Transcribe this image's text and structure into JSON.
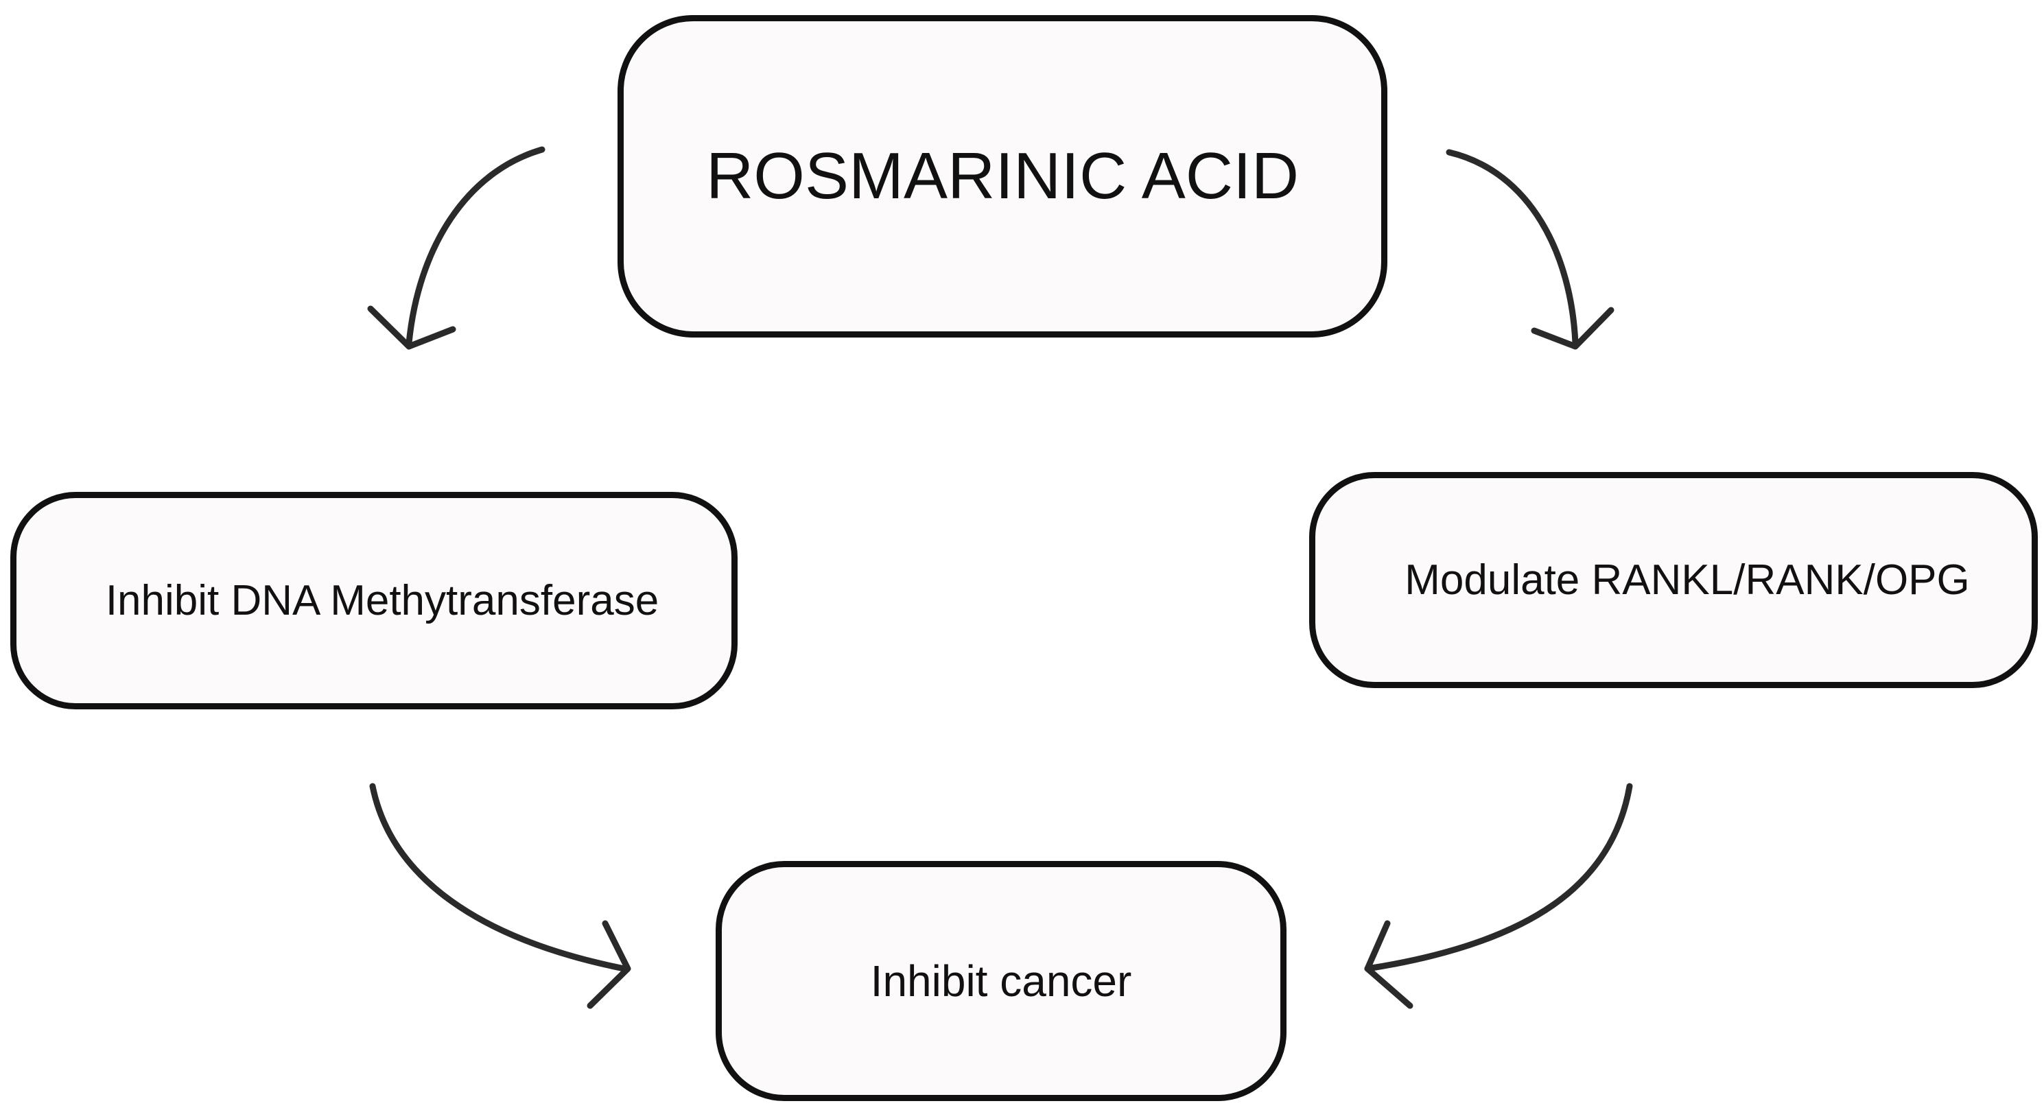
{
  "diagram": {
    "nodes": {
      "top": "ROSMARINIC ACID",
      "left": "Inhibit DNA Methytransferase",
      "right": "Modulate RANKL/RANK/OPG",
      "bottom": "Inhibit cancer"
    },
    "colors": {
      "stroke": "#111111",
      "node_fill": "#fdfafb",
      "arrow": "#2a2a2a",
      "background": "#ffffff"
    }
  }
}
